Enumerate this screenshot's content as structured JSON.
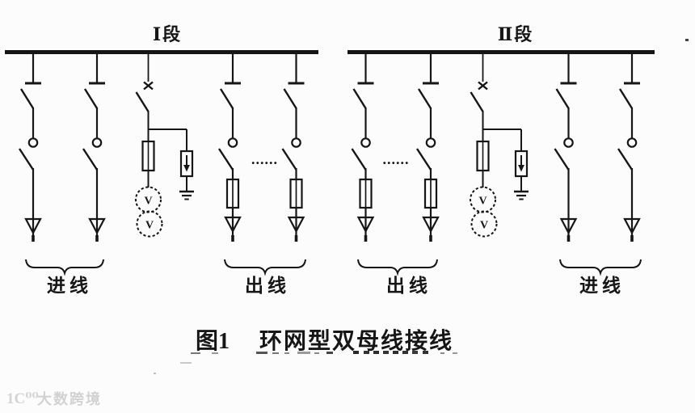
{
  "colors": {
    "ink": "#161616",
    "background": "#fcfcfc",
    "watermark": "#d3d3d3"
  },
  "bus_sections": [
    {
      "label": "Ⅰ段",
      "feeders": [
        "incoming-line",
        "incoming-line",
        "pt-metering-bay",
        "outgoing-line",
        "outgoing-line"
      ],
      "groups": [
        {
          "label": "进线"
        },
        {
          "label": "出线"
        }
      ]
    },
    {
      "label": "Ⅱ段",
      "feeders": [
        "outgoing-line",
        "outgoing-line",
        "pt-metering-bay",
        "incoming-line",
        "incoming-line"
      ],
      "groups": [
        {
          "label": "出线"
        },
        {
          "label": "进线"
        }
      ]
    }
  ],
  "feeder_components": {
    "incoming_line": [
      "bus-contact",
      "disconnector",
      "contact-circle",
      "disconnector",
      "line-arrow"
    ],
    "outgoing_line": [
      "bus-contact",
      "disconnector",
      "contact-circle",
      "disconnector",
      "fuse",
      "line-arrow"
    ],
    "pt_bay": [
      "removable-link",
      "disconnector",
      "fuse",
      "voltage-transformer",
      "surge-arrester",
      "earth"
    ]
  },
  "pt_bay": {
    "winding_letter": "V"
  },
  "separator_dots": "......",
  "caption": {
    "figure_no": "图1",
    "title": "环网型双母线接线"
  },
  "watermark": {
    "logo": "1C⁰⁰",
    "text": "大数跨境"
  }
}
